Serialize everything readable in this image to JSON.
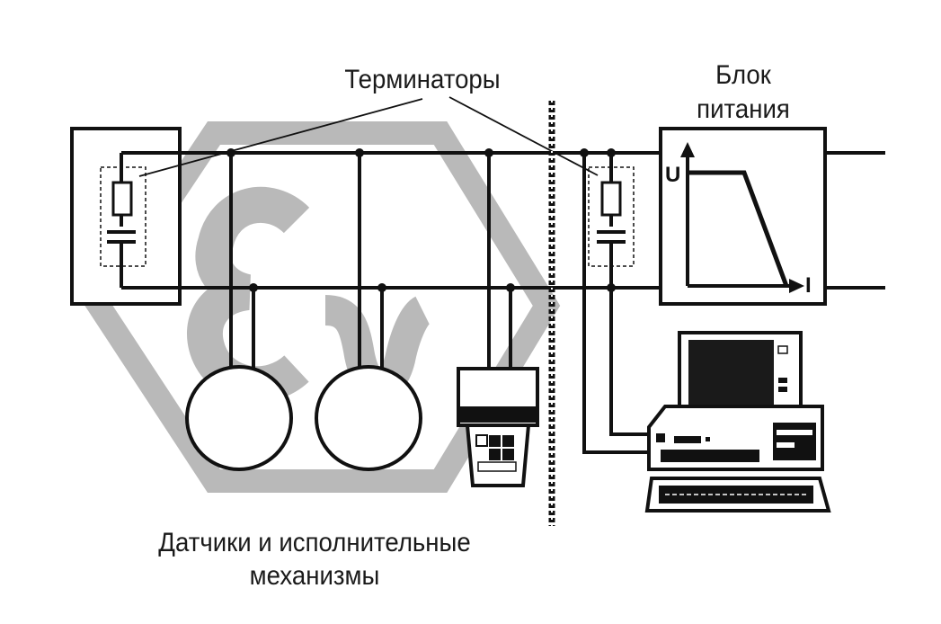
{
  "labels": {
    "terminators": "Терминаторы",
    "power_line1": "Блок",
    "power_line2": "питания",
    "sensors_line1": "Датчики и исполнительные",
    "sensors_line2": "механизмы",
    "axis_u": "U",
    "axis_i": "I"
  },
  "colors": {
    "line": "#111111",
    "watermark": "#b9b9b9",
    "screen": "#1a1a1a",
    "background": "#ffffff"
  },
  "icons": [
    "exproof-hexagon-watermark",
    "resistor-icon",
    "capacitor-icon",
    "sensor-icon",
    "handheld-terminal-icon",
    "computer-icon"
  ]
}
